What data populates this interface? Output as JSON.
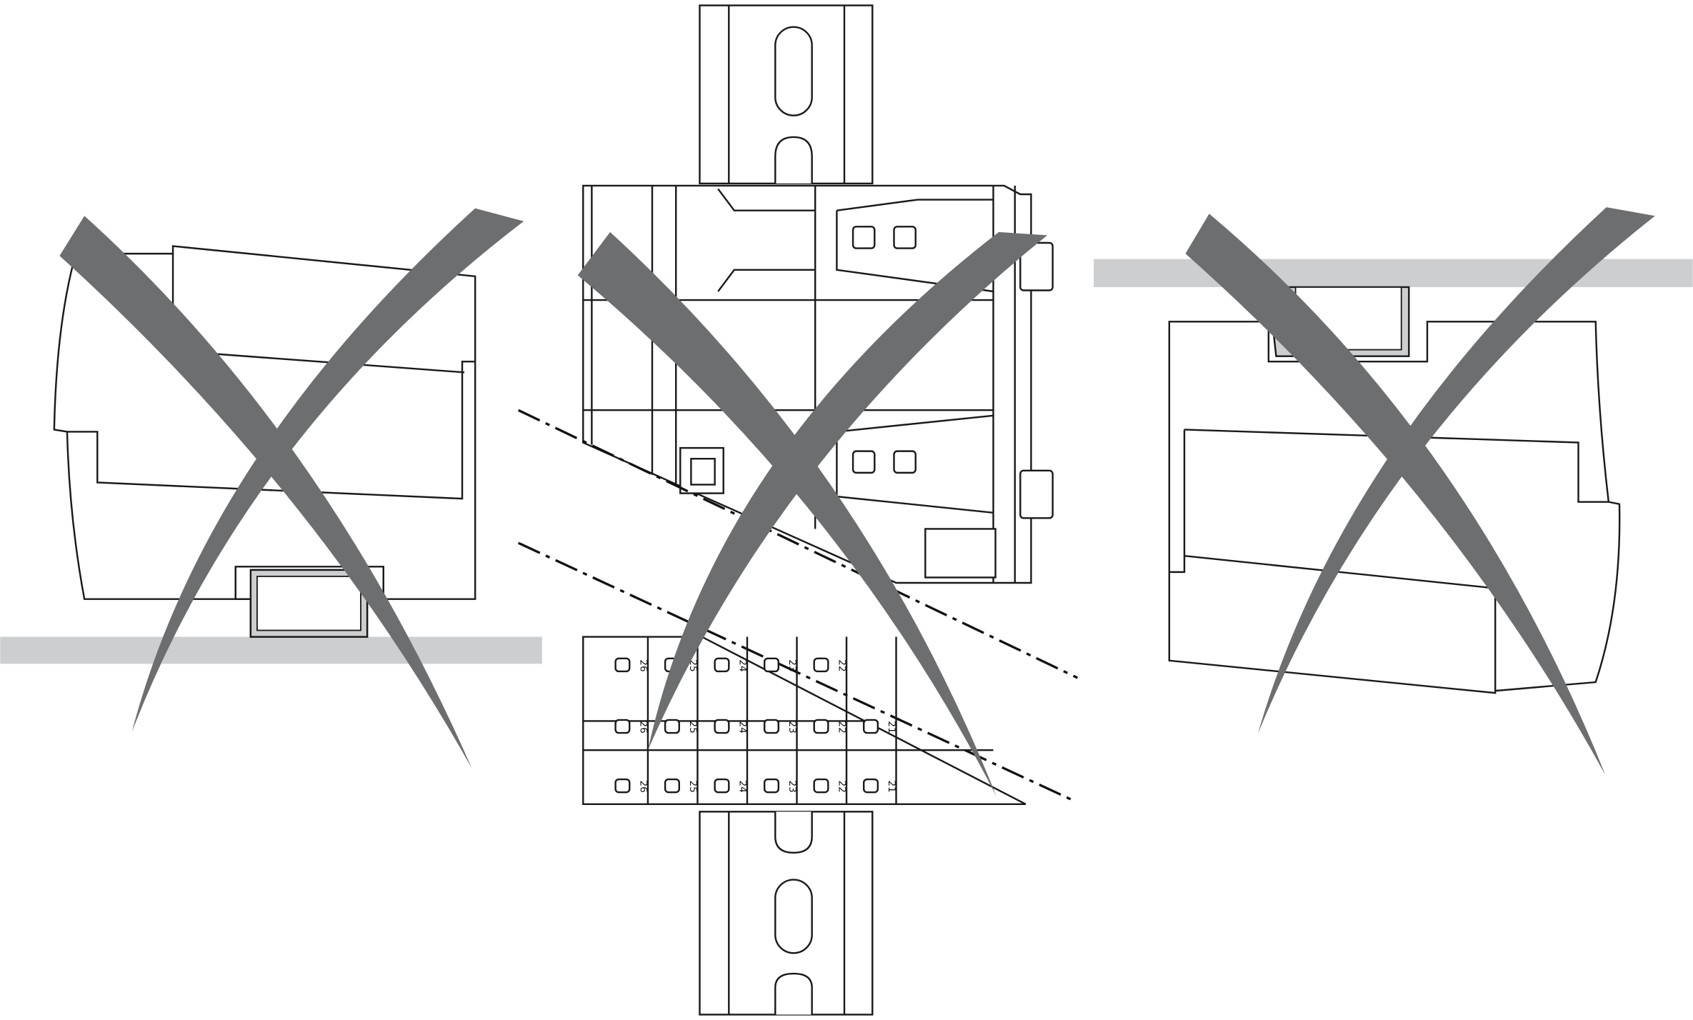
{
  "figure": {
    "description_panels": [
      "incorrect-mounting-left",
      "incorrect-mounting-center",
      "incorrect-mounting-right"
    ],
    "terminal_labels": [
      "26",
      "25",
      "24",
      "23",
      "22",
      "21"
    ]
  },
  "colors": {
    "cross_mark": "#6d6e70",
    "rail": "#cdcecf",
    "outline": "#1a1a1a"
  }
}
